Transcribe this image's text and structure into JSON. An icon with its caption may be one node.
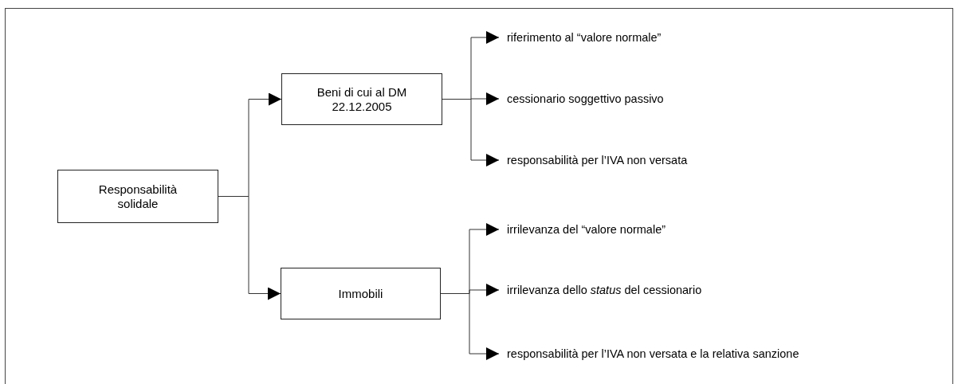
{
  "diagram": {
    "nodes": [
      {
        "text": [
          "Responsabilità solidale"
        ]
      },
      {
        "text": [
          "Beni di cui al DM 22.12.2005"
        ]
      },
      {
        "text": [
          "Immobili"
        ]
      },
      {
        "text": [
          "riferimento al “valore normale”"
        ]
      },
      {
        "text": [
          "cessionario soggettivo passivo"
        ]
      },
      {
        "text": [
          "responsabilità per l’IVA non versata"
        ]
      },
      {
        "text": [
          "irrilevanza del “valore normale”"
        ]
      },
      {
        "text": [
          "irrilevanza dello *status* del cessionario"
        ]
      },
      {
        "text": [
          "responsabilità per l’IVA non versata e la relativa sanzione"
        ]
      }
    ],
    "edges": [
      {
        "from": 0,
        "to": 1,
        "arrow": "to"
      },
      {
        "from": 0,
        "to": 2,
        "arrow": "to"
      },
      {
        "from": 1,
        "to": 3,
        "arrow": "to"
      },
      {
        "from": 1,
        "to": 4,
        "arrow": "to"
      },
      {
        "from": 1,
        "to": 5,
        "arrow": "to"
      },
      {
        "from": 2,
        "to": 6,
        "arrow": "to"
      },
      {
        "from": 2,
        "to": 7,
        "arrow": "to"
      },
      {
        "from": 2,
        "to": 8,
        "arrow": "to"
      }
    ]
  }
}
